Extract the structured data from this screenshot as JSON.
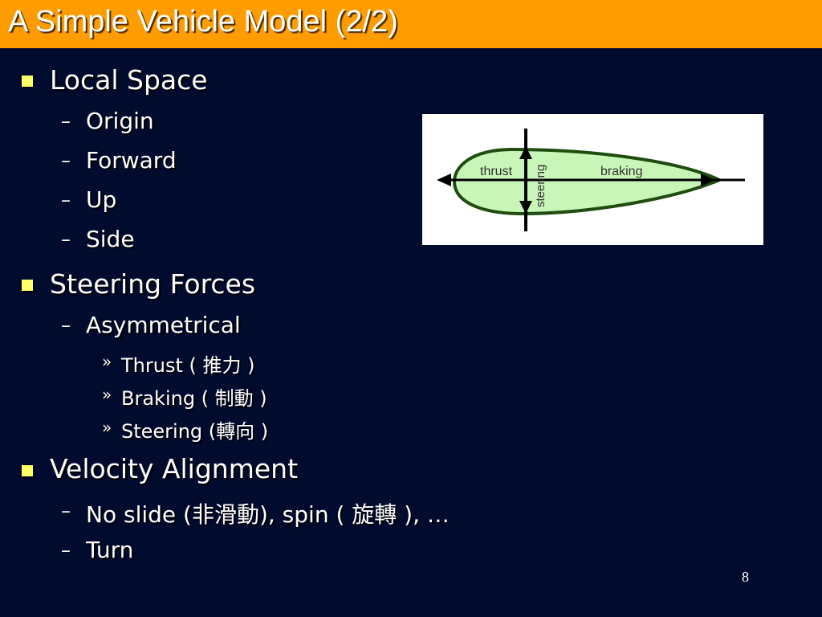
{
  "title": "A Simple Vehicle Model (2/2)",
  "sections": [
    {
      "label": "Local Space",
      "items": [
        "Origin",
        "Forward",
        "Up",
        "Side"
      ]
    },
    {
      "label": "Steering Forces",
      "items": [
        "Asymmetrical"
      ],
      "subitems": [
        "Thrust ( 推力 )",
        "Braking ( 制動 )",
        "Steering (轉向 )"
      ]
    },
    {
      "label": "Velocity Alignment",
      "items": [
        "No slide (非滑動), spin ( 旋轉 ), …",
        "Turn"
      ]
    }
  ],
  "diagram": {
    "labels": {
      "thrust": "thrust",
      "steering": "steering",
      "braking": "braking"
    }
  },
  "page_number": "8",
  "colors": {
    "background": "#000b2e",
    "title_bar": "#ff9c00",
    "bullet": "#ffff66",
    "diagram_fill": "#c8f5b8",
    "diagram_stroke": "#1e4d0f"
  }
}
